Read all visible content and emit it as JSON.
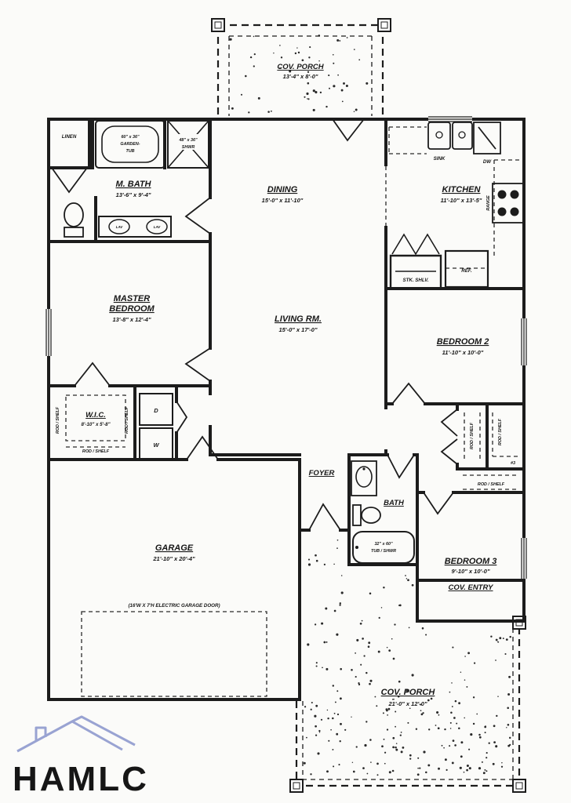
{
  "colors": {
    "ink": "#1c1c1c",
    "logo_blue": "#99a3d2",
    "paper": "#fbfbf9"
  },
  "logo": {
    "text": "HAMLC"
  },
  "rooms": {
    "porch_top": {
      "name": "COV. PORCH",
      "dims": "13'-4\" x 8'-0\""
    },
    "mbath": {
      "name": "M. BATH",
      "dims": "13'-6\" x 9'-4\""
    },
    "dining": {
      "name": "DINING",
      "dims": "15'-0\" x 11'-10\""
    },
    "kitchen": {
      "name": "KITCHEN",
      "dims": "11'-10\" x 13'-5\""
    },
    "master": {
      "name1": "MASTER",
      "name2": "BEDROOM",
      "dims": "13'-8\" x 12'-4\""
    },
    "living": {
      "name": "LIVING RM.",
      "dims": "15'-0\" x 17'-0\""
    },
    "bedroom2": {
      "name": "BEDROOM 2",
      "dims": "11'-10\" x 10'-0\""
    },
    "wic": {
      "name": "W.I.C.",
      "dims": "8'-10\" x 5'-8\""
    },
    "foyer": {
      "name": "FOYER"
    },
    "bath": {
      "name": "BATH"
    },
    "bedroom3": {
      "name": "BEDROOM 3",
      "dims": "9'-10\" x 10'-0\""
    },
    "cov_entry": {
      "name": "COV. ENTRY"
    },
    "garage": {
      "name": "GARAGE",
      "dims": "21'-10\" x 20'-4\""
    },
    "porch_bottom": {
      "name": "COV. PORCH",
      "dims": "21'-0\" x 12'-0\""
    }
  },
  "fixtures": {
    "linen": "LINEN",
    "garden_tub": [
      "60\" x 36\"",
      "GARDEN-",
      "TUB"
    ],
    "shower": [
      "48\" x 36\"",
      "SHWR"
    ],
    "lav": "LAV",
    "sink": "SINK",
    "dw": "DW",
    "range": "RANGE",
    "stk_shlv": "STK. SHLV.",
    "ref": "REF.",
    "rod_shelf": "ROD / SHELF",
    "dryer": "D",
    "washer": "W",
    "hall_tub": [
      "32\" x 60\"",
      "TUB / SHWR"
    ],
    "closet_num": "#3",
    "garage_door": "(16'W X 7'H ELECTRIC GARAGE DOOR)"
  }
}
